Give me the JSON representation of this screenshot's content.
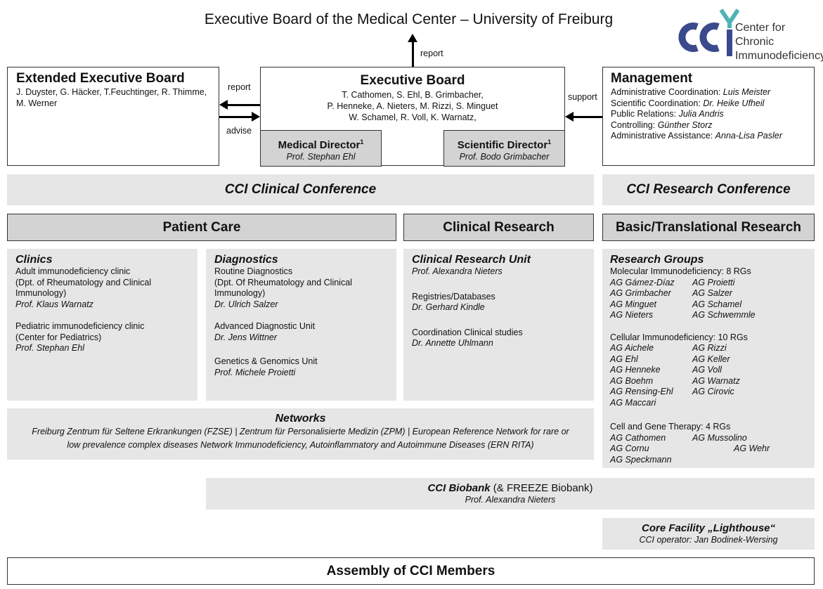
{
  "title": "Executive Board of the Medical Center – University of Freiburg",
  "logo": {
    "text": "cci",
    "line1": "Center for Chronic",
    "line2": "Immunodeficiency",
    "colors": {
      "blue": "#3b4a8c",
      "teal": "#4fb3b5"
    }
  },
  "labels": {
    "report_top": "report",
    "report_left": "report",
    "advise": "advise",
    "support": "support"
  },
  "extended_board": {
    "title": "Extended Executive Board",
    "members": "J. Duyster, G. Häcker, T.Feuchtinger, R. Thimme, M. Werner"
  },
  "executive_board": {
    "title": "Executive Board",
    "members": [
      "T. Cathomen, S. Ehl, B. Grimbacher,",
      "P. Henneke, A. Nieters, M. Rizzi, S. Minguet",
      "W. Schamel, R. Voll, K. Warnatz,"
    ],
    "medical_director": {
      "title": "Medical Director",
      "sup": "1",
      "name": "Prof. Stephan Ehl"
    },
    "scientific_director": {
      "title": "Scientific Director",
      "sup": "1",
      "name": "Prof. Bodo Grimbacher"
    }
  },
  "management": {
    "title": "Management",
    "rows": [
      {
        "role": "Administrative Coordination: ",
        "name": "Luis Meister"
      },
      {
        "role": "Scientific Coordination: ",
        "name": "Dr. Heike Ufheil"
      },
      {
        "role": "Public Relations: ",
        "name": "Julia Andris"
      },
      {
        "role": "Controlling: ",
        "name": "Günther Storz"
      },
      {
        "role": "Administrative Assistance: ",
        "name": "Anna-Lisa Pasler"
      }
    ]
  },
  "clinical_conference": "CCI Clinical Conference",
  "research_conference": "CCI Research Conference",
  "columns": {
    "patient_care": "Patient Care",
    "clinical_research": "Clinical Research",
    "basic_research": "Basic/Translational Research"
  },
  "clinics": {
    "title": "Clinics",
    "adult": [
      "Adult immunodeficiency clinic",
      "(Dpt. of Rheumatology and Clinical",
      "Immunology)"
    ],
    "adult_head": "Prof. Klaus Warnatz",
    "pediatric": [
      "Pediatric immunodeficiency clinic",
      "(Center for Pediatrics)"
    ],
    "pediatric_head": "Prof. Stephan Ehl"
  },
  "diagnostics": {
    "title": "Diagnostics",
    "routine": [
      "Routine Diagnostics",
      "(Dpt. Of Rheumatology and Clinical",
      "Immunology)"
    ],
    "routine_head": "Dr. Ulrich Salzer",
    "advanced": "Advanced Diagnostic Unit",
    "advanced_head": "Dr. Jens Wittner",
    "genetics": "Genetics & Genomics Unit",
    "genetics_head": "Prof. Michele Proietti"
  },
  "clinical_unit": {
    "title": "Clinical Research Unit",
    "head": "Prof. Alexandra Nieters",
    "registries": "Registries/Databases",
    "registries_head": "Dr. Gerhard Kindle",
    "coordination": "Coordination Clinical studies",
    "coordination_head": "Dr. Annette Uhlmann"
  },
  "research_groups": {
    "title": "Research Groups",
    "molecular": "Molecular Immunodeficiency: 8 RGs",
    "molecular_rows": [
      [
        "AG Gámez-Díaz",
        "AG Proietti"
      ],
      [
        "AG Grimbacher",
        "AG Salzer"
      ],
      [
        "AG Minguet",
        "AG Schamel"
      ],
      [
        "AG Nieters",
        "AG Schwemmle"
      ]
    ],
    "cellular": "Cellular Immunodeficiency: 10 RGs",
    "cellular_rows": [
      [
        "AG Aichele",
        "AG Rizzi"
      ],
      [
        "AG Ehl",
        "AG Keller"
      ],
      [
        "AG Henneke",
        "AG Voll"
      ],
      [
        "AG Boehm",
        "AG Warnatz"
      ],
      [
        "AG Rensing-Ehl",
        "AG Cirovic"
      ],
      [
        "AG Maccari",
        ""
      ]
    ],
    "gene": "Cell and Gene Therapy: 4 RGs",
    "gene_rows": [
      [
        "AG Cathomen",
        "AG Mussolino"
      ],
      [
        "AG Cornu",
        "AG Wehr"
      ],
      [
        "AG Speckmann",
        ""
      ]
    ]
  },
  "networks": {
    "title": "Networks",
    "line1": "Freiburg Zentrum für Seltene Erkrankungen (FZSE) | Zentrum für Personalisierte Medizin (ZPM) | European Reference Network for rare or",
    "line2": "low prevalence complex diseases Network Immunodeficiency, Autoinflammatory and Autoimmune Diseases (ERN RITA)"
  },
  "biobank": {
    "title": "CCI Biobank",
    "suffix": " (& FREEZE Biobank)",
    "head": "Prof. Alexandra Nieters"
  },
  "core_facility": {
    "title": "Core Facility „Lighthouse“",
    "operator": "CCI operator: Jan Bodinek-Wersing"
  },
  "assembly": "Assembly of CCI Members"
}
